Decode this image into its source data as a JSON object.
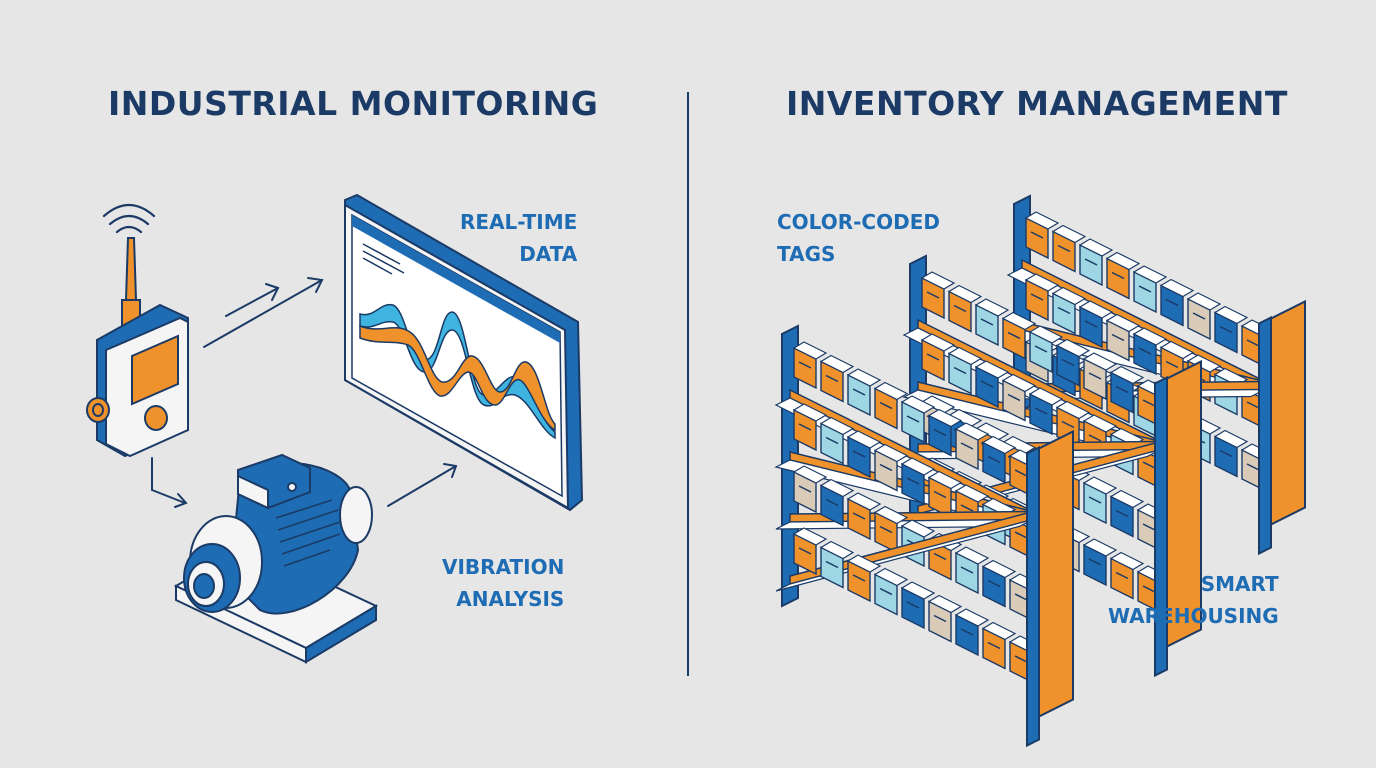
{
  "left_panel": {
    "title": "INDUSTRIAL MONITORING",
    "labels": {
      "real_time_line1": "REAL-TIME",
      "real_time_line2": "DATA",
      "vibration_line1": "VIBRATION",
      "vibration_line2": "ANALYSIS"
    },
    "icons": [
      "wireless-sensor-icon",
      "monitor-chart-icon",
      "electric-motor-icon",
      "flow-arrow-icon"
    ]
  },
  "right_panel": {
    "title": "INVENTORY MANAGEMENT",
    "labels": {
      "tags_line1": "COLOR-CODED",
      "tags_line2": "TAGS",
      "smart_line1": "SMART",
      "smart_line2": "WAREHOUSING"
    },
    "icons": [
      "warehouse-shelving-icon",
      "package-box-icon"
    ]
  },
  "colors": {
    "background": "#e6e6e6",
    "navy": "#1b3a66",
    "blue": "#1e6cb4",
    "orange": "#f0922b",
    "light_blue": "#9fd6e4",
    "sky": "#3fb4e0",
    "tan": "#d9cbb8"
  }
}
